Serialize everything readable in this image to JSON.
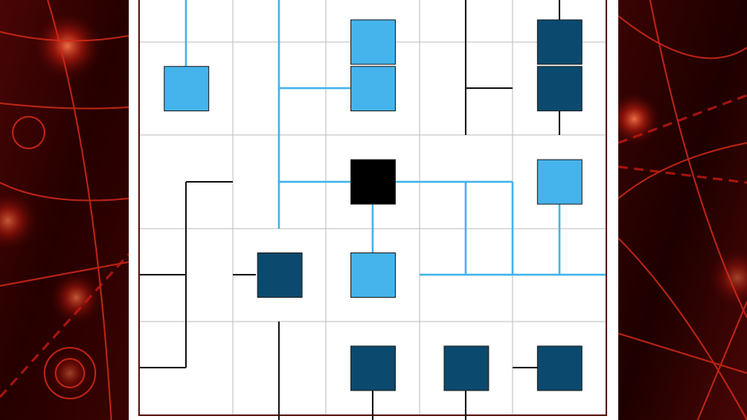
{
  "game": {
    "grid": {
      "cols": 5,
      "visible_rows": 5
    },
    "colors": {
      "connected_wire": "#45b4ec",
      "disconnected_wire": "#1a1a1a",
      "connected_tile": "#45b4ec",
      "disconnected_tile": "#0b4a6e",
      "source_tile": "#000000",
      "gridline": "#bdbdbd",
      "frame": "#5a1a14",
      "background_red": "#c01010"
    },
    "tiles": [
      {
        "row": -0.5,
        "col": 2,
        "type": "connected",
        "icon": "computer-tile"
      },
      {
        "row": -0.5,
        "col": 4,
        "type": "disconnected",
        "icon": "computer-tile"
      },
      {
        "row": 0,
        "col": 0,
        "type": "connected",
        "icon": "computer-tile"
      },
      {
        "row": 0,
        "col": 2,
        "type": "connected",
        "icon": "computer-tile"
      },
      {
        "row": 0,
        "col": 4,
        "type": "disconnected",
        "icon": "computer-tile"
      },
      {
        "row": 1,
        "col": 2,
        "type": "source",
        "icon": "server-tile"
      },
      {
        "row": 1,
        "col": 4,
        "type": "connected",
        "icon": "computer-tile"
      },
      {
        "row": 2,
        "col": 1,
        "type": "disconnected",
        "icon": "computer-tile"
      },
      {
        "row": 2,
        "col": 2,
        "type": "connected",
        "icon": "computer-tile"
      },
      {
        "row": 3,
        "col": 2,
        "type": "disconnected",
        "icon": "computer-tile"
      },
      {
        "row": 3,
        "col": 3,
        "type": "disconnected",
        "icon": "computer-tile"
      },
      {
        "row": 3,
        "col": 4,
        "type": "disconnected",
        "icon": "computer-tile"
      }
    ]
  }
}
